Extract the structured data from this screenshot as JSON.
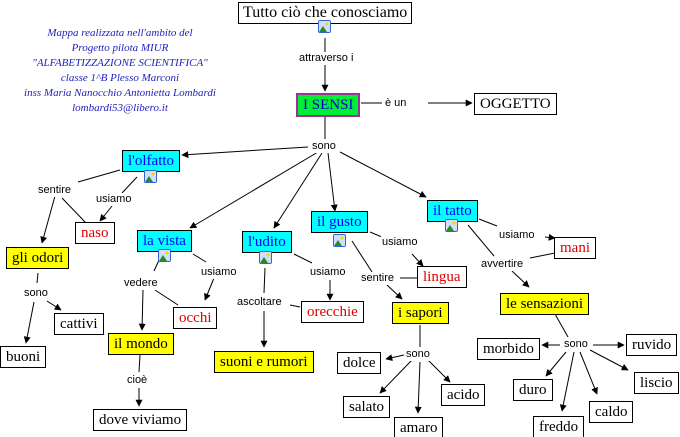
{
  "credits": {
    "lines": [
      "Mappa realizzata nell'ambito del",
      "Progetto pilota MIUR",
      "\"ALFABETIZZAZIONE SCIENTIFICA\"",
      "classe 1^B Plesso Marconi",
      "inss Maria Nanocchio  Antonietta Lombardi",
      "lombardi53@libero.it"
    ]
  },
  "colors": {
    "sense_node": "#00ffff",
    "result_node": "#ffff00",
    "central_node": "#00ee33",
    "organ_text": "#dd0000",
    "credit_text": "#2222bb"
  },
  "nodes": {
    "root": "Tutto ciò che conosciamo",
    "sensi": "I SENSI",
    "oggetto": "OGGETTO",
    "olfatto": "l'olfatto",
    "vista": "la vista",
    "udito": "l'udito",
    "gusto": "il gusto",
    "tatto": "il tatto",
    "naso": "naso",
    "odori": "gli odori",
    "cattivi": "cattivi",
    "buoni": "buoni",
    "occhi": "occhi",
    "mondo": "il mondo",
    "dove": "dove viviamo",
    "orecchie": "orecchie",
    "suoni": "suoni e rumori",
    "lingua": "lingua",
    "sapori": "i sapori",
    "dolce": "dolce",
    "salato": "salato",
    "amaro": "amaro",
    "acido": "acido",
    "mani": "mani",
    "sensazioni": "le sensazioni",
    "morbido": "morbido",
    "ruvido": "ruvido",
    "duro": "duro",
    "liscio": "liscio",
    "caldo": "caldo",
    "freddo": "freddo"
  },
  "links": {
    "attraverso": "attraverso i",
    "e_un": "è un",
    "sono_main": "sono",
    "olf_sentire": "sentire",
    "olf_usiamo": "usiamo",
    "odori_sono": "sono",
    "vista_vedere": "vedere",
    "vista_usiamo": "usiamo",
    "mondo_cioe": "cioè",
    "udito_ascoltare": "ascoltare",
    "udito_usiamo": "usiamo",
    "gusto_usiamo": "usiamo",
    "gusto_sentire": "sentire",
    "sapori_sono": "sono",
    "tatto_usiamo": "usiamo",
    "tatto_avvertire": "avvertire",
    "sens_sono": "sono"
  }
}
